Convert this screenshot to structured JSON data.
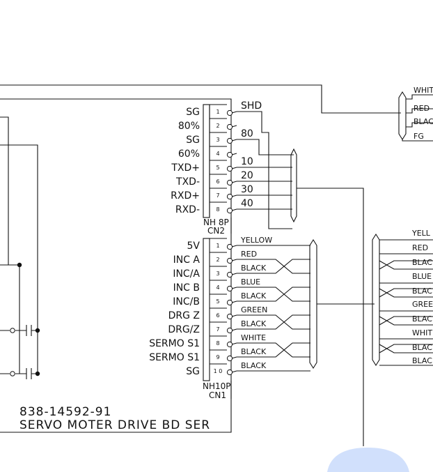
{
  "connector_cn2": {
    "type_label": "NH 8P",
    "name": "CN2",
    "pins": [
      {
        "n": "1",
        "signal": "SG",
        "wire": "SHD"
      },
      {
        "n": "2",
        "signal": "80%",
        "wire": ""
      },
      {
        "n": "3",
        "signal": "SG",
        "wire": "80"
      },
      {
        "n": "4",
        "signal": "60%",
        "wire": ""
      },
      {
        "n": "5",
        "signal": "TXD+",
        "wire": "10"
      },
      {
        "n": "6",
        "signal": "TXD-",
        "wire": "20"
      },
      {
        "n": "7",
        "signal": "RXD+",
        "wire": "30"
      },
      {
        "n": "8",
        "signal": "RXD-",
        "wire": "40"
      }
    ]
  },
  "connector_cn1": {
    "type_label": "NH10P",
    "name": "CN1",
    "pins": [
      {
        "n": "1",
        "signal": "5V",
        "wire": "YELLOW"
      },
      {
        "n": "2",
        "signal": "INC A",
        "wire": "RED"
      },
      {
        "n": "3",
        "signal": "INC/A",
        "wire": "BLACK"
      },
      {
        "n": "4",
        "signal": "INC B",
        "wire": "BLUE"
      },
      {
        "n": "5",
        "signal": "INC/B",
        "wire": "BLACK"
      },
      {
        "n": "6",
        "signal": "DRG Z",
        "wire": "GREEN"
      },
      {
        "n": "7",
        "signal": "DRG/Z",
        "wire": "BLACK"
      },
      {
        "n": "8",
        "signal": "SERMO S1",
        "wire": "WHITE"
      },
      {
        "n": "9",
        "signal": "SERMO S1",
        "wire": "BLACK"
      },
      {
        "n": "1 0",
        "signal": "SG",
        "wire": "BLACK"
      }
    ]
  },
  "board": {
    "part_number": "838-14592-91",
    "name": "SERVO MOTER DRIVE BD SER"
  },
  "right_cable_top": [
    "WHIT",
    "RED",
    "BLAC",
    "FG"
  ],
  "right_cable_bottom": [
    "YELL",
    "RED",
    "BLAC",
    "BLUE",
    "BLAC",
    "GREE",
    "BLAC",
    "WHIT",
    "BLAC",
    "BLAC"
  ]
}
